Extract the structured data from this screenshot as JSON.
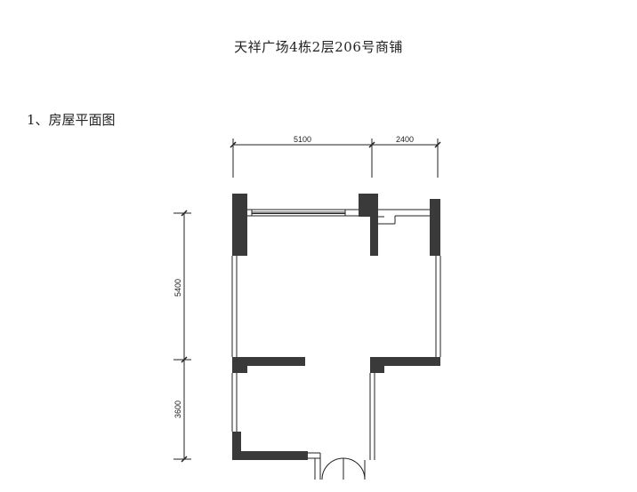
{
  "document": {
    "title": "天祥广场4栋2层206号商铺",
    "section_heading": "1、房屋平面图"
  },
  "dimensions": {
    "top_left": "5100",
    "top_right": "2400",
    "left_upper": "5400",
    "left_lower": "3600"
  },
  "colors": {
    "wall_fill": "#3a3a3a",
    "line": "#222222",
    "background": "#ffffff"
  }
}
